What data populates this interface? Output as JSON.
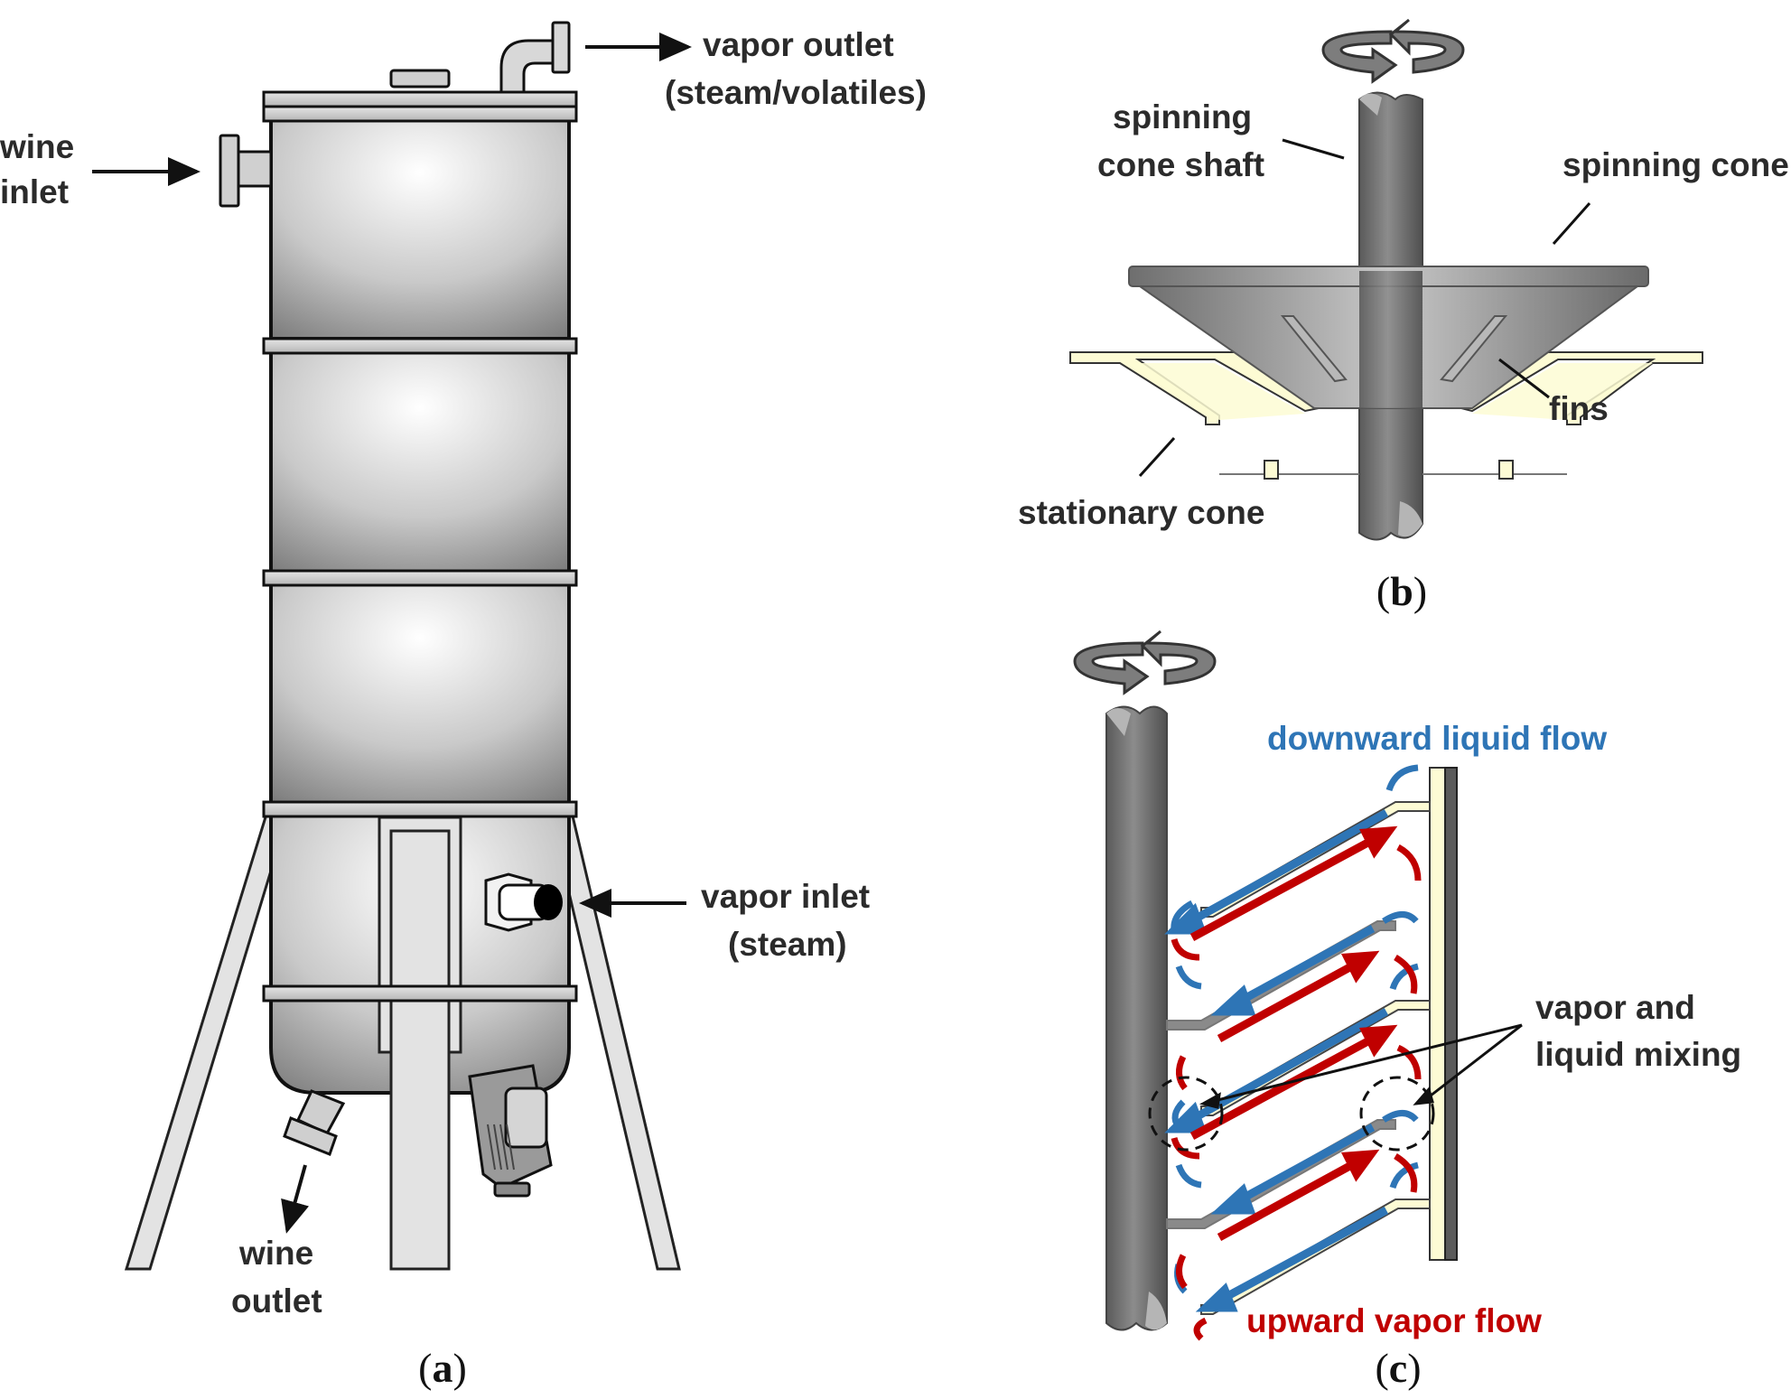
{
  "panel_a": {
    "labels": {
      "wine_inlet_1": "wine",
      "wine_inlet_2": "inlet",
      "vapor_outlet_1": "vapor outlet",
      "vapor_outlet_2": "(steam/volatiles)",
      "vapor_inlet_1": "vapor inlet",
      "vapor_inlet_2": "(steam)",
      "wine_outlet_1": "wine",
      "wine_outlet_2": "outlet"
    },
    "caption": {
      "open": "(",
      "letter": "a",
      "close": ")"
    }
  },
  "panel_b": {
    "labels": {
      "shaft_1": "spinning",
      "shaft_2": "cone shaft",
      "spinning_cone": "spinning cone",
      "fins": "fins",
      "stationary_cone": "stationary cone"
    },
    "caption": {
      "open": "(",
      "letter": "b",
      "close": ")"
    }
  },
  "panel_c": {
    "labels": {
      "downward": "downward liquid flow",
      "upward": "upward vapor flow",
      "mixing_1": "vapor and",
      "mixing_2": "liquid mixing"
    },
    "caption": {
      "open": "(",
      "letter": "c",
      "close": ")"
    }
  },
  "colors": {
    "liquid_flow": "#2e75b6",
    "vapor_flow": "#c00000",
    "stationary_cone": "#fdfbd4",
    "metal_dark": "#6e6e6e",
    "metal_light": "#d9d9d9"
  }
}
